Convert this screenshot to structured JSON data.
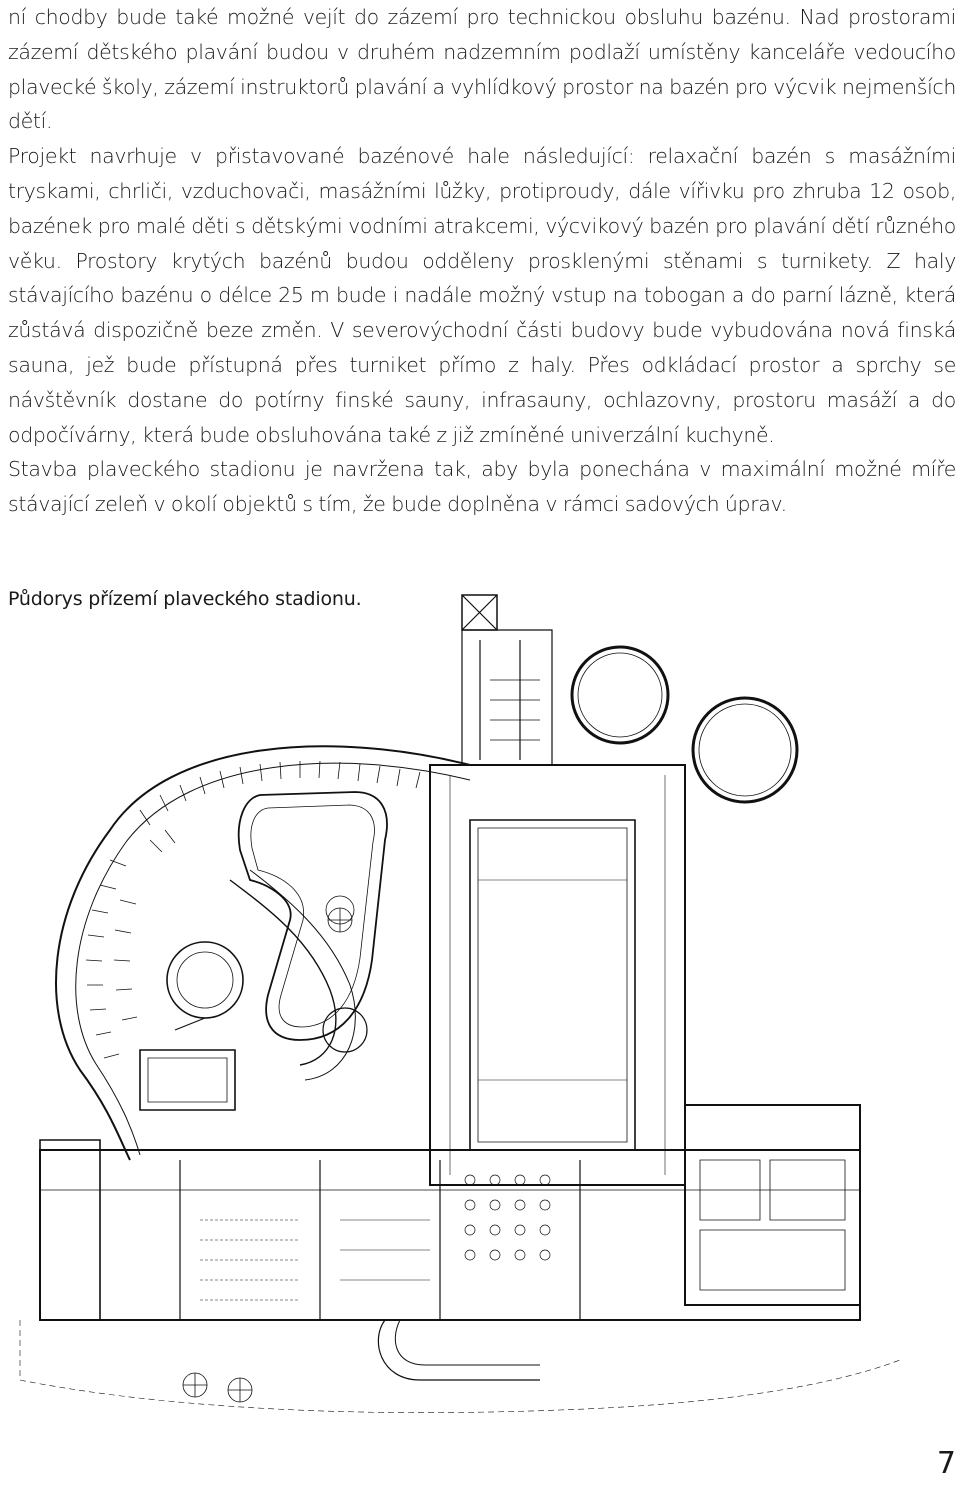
{
  "paragraphs": [
    "ní chodby bude také možné vejít do zázemí pro technickou obsluhu bazénu. Nad prostorami zázemí dětského plavání budou v druhém nadzemním podlaží umístěny kanceláře vedoucího plavecké školy, zázemí instruktorů plavání a vyhlídkový prostor na bazén pro výcvik nejmenších dětí.",
    "Projekt navrhuje v přistavované bazénové hale následující: relaxační bazén s masážními tryskami, chrliči, vzduchovači, masážními lůžky, protiproudy, dále vířivku pro zhruba 12 osob, bazének pro malé děti s dětskými vodními atrakcemi, výcvikový bazén pro plavání dětí různého věku. Prostory krytých bazénů budou odděleny prosklenými stěnami s turnikety. Z haly stávajícího bazénu o délce 25 m bude i nadále možný vstup na tobogan a do parní lázně, která zůstává dispozičně beze změn. V severovýchodní části budovy bude vybudována nová finská sauna, jež bude přístupná přes turniket přímo z haly. Přes odkládací prostor a sprchy se návštěvník dostane do potírny finské sauny, infrasauny, ochlazovny, prostoru masáží a do odpočívárny, která bude obsluhována také z již zmíněné univerzální kuchyně.",
    "Stavba plaveckého stadionu je navržena tak, aby byla ponechána v maximální možné míře stávající zeleň v okolí objektů s tím, že bude doplněna v rámci sadových úprav."
  ],
  "caption": "Půdorys přízemí plaveckého stadionu.",
  "page_number": "7",
  "plan_icon": "floor-plan-drawing"
}
